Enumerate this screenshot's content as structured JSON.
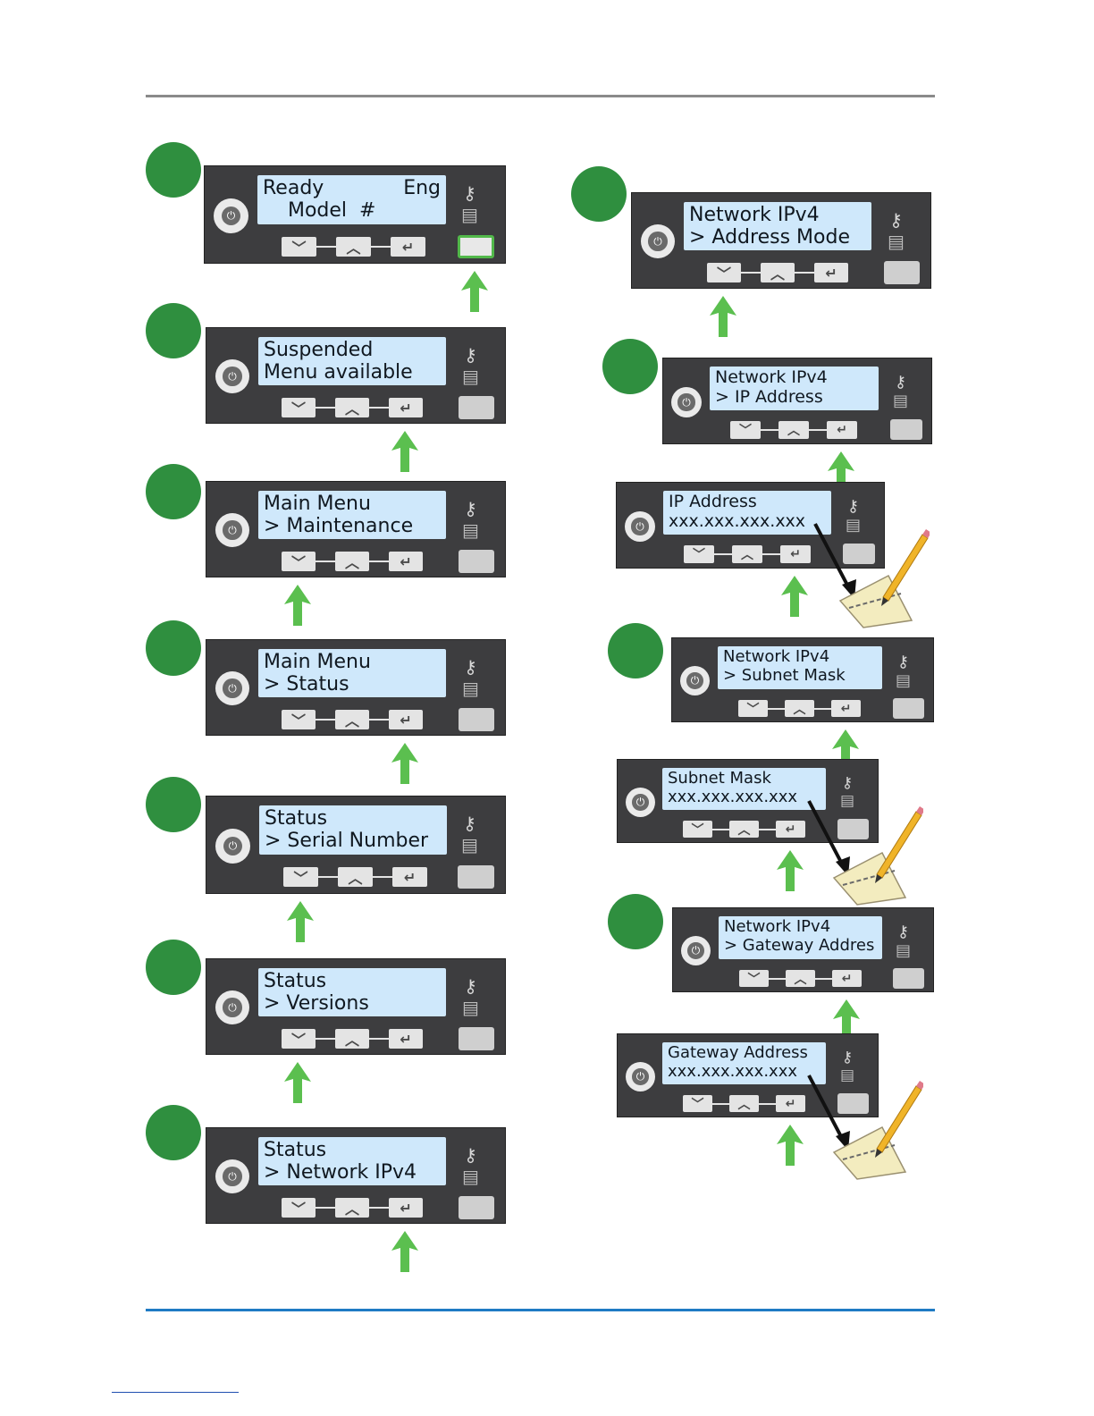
{
  "colors": {
    "badge": "#2f8f3f",
    "arrow": "#5bbf4f",
    "panel": "#3d3d3f",
    "lcd": "#cfe8fb",
    "top_rule": "#8a8a8a",
    "bottom_rule": "#1f7bc4"
  },
  "icons": {
    "power": "power-icon",
    "down": "chevron-down-icon",
    "up": "chevron-up-icon",
    "enter": "enter-icon",
    "key": "key-icon",
    "cards": "card-stack-icon",
    "pencil": "pencil-icon",
    "note": "note-paper-icon"
  },
  "glyphs": {
    "down": "﹀",
    "up": "︿",
    "enter": "↵",
    "key": "⚷",
    "cards": "▤",
    "power": "⏻"
  },
  "steps": [
    {
      "line1": "Ready",
      "line1_right": "Eng",
      "line2": "    Model  #",
      "press": "side"
    },
    {
      "line1": "Suspended",
      "line2": "Menu available",
      "press": "enter"
    },
    {
      "line1": "Main Menu",
      "line2": "> Maintenance",
      "press": "down"
    },
    {
      "line1": "Main Menu",
      "line2": "> Status",
      "press": "enter"
    },
    {
      "line1": "Status",
      "line2": "> Serial Number",
      "press": "down"
    },
    {
      "line1": "Status",
      "line2": "> Versions",
      "press": "down"
    },
    {
      "line1": "Status",
      "line2": "> Network IPv4",
      "press": "enter"
    },
    {
      "line1": "Network IPv4",
      "line2": "> Address Mode",
      "press": "down"
    },
    {
      "line1": "Network IPv4",
      "line2": "> IP Address",
      "press": "enter"
    },
    {
      "line1": "IP Address",
      "line2": "xxx.xxx.xxx.xxx",
      "press": "enter"
    },
    {
      "line1": "Network IPv4",
      "line2": "> Subnet Mask",
      "press": "enter"
    },
    {
      "line1": "Subnet Mask",
      "line2": "xxx.xxx.xxx.xxx",
      "press": "enter"
    },
    {
      "line1": "Network IPv4",
      "line2": "> Gateway Addres",
      "press": "enter"
    },
    {
      "line1": "Gateway Address",
      "line2": "xxx.xxx.xxx.xxx",
      "press": "enter"
    }
  ]
}
